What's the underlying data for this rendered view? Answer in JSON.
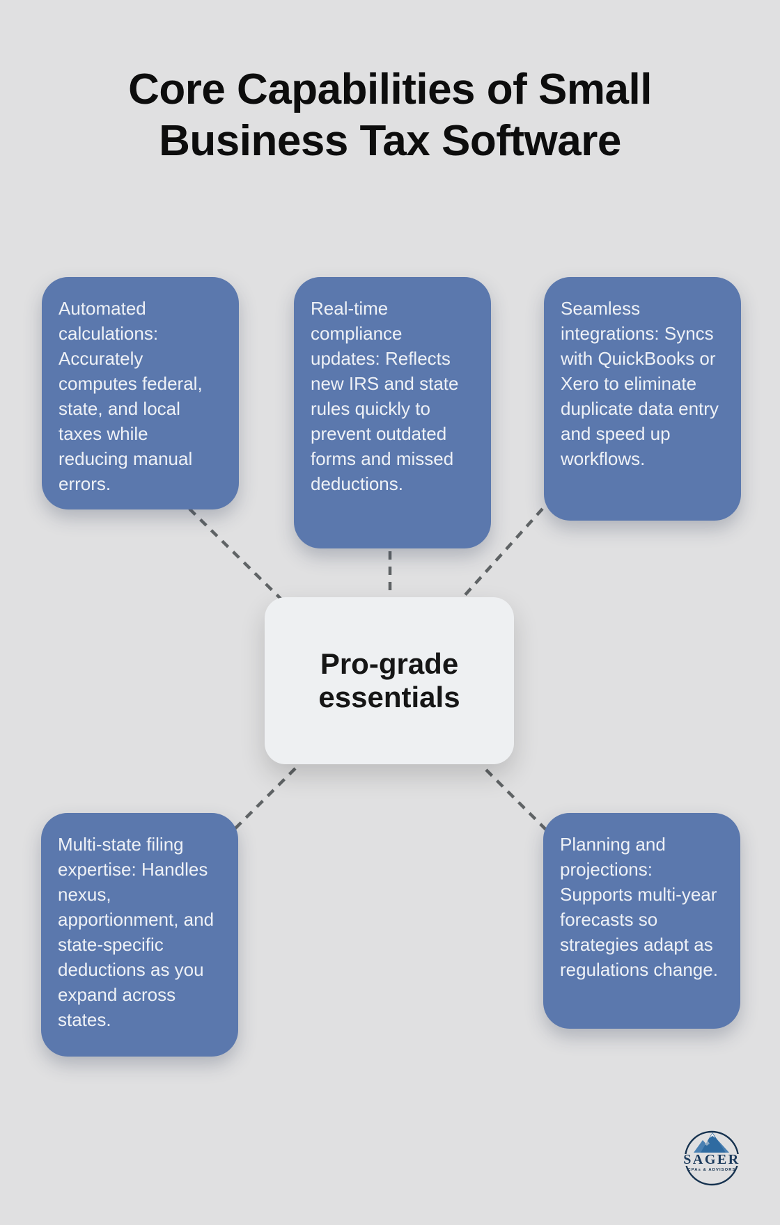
{
  "title": {
    "line1": "Core Capabilities of Small",
    "line2": "Business Tax Software"
  },
  "center_node": {
    "label": "Pro-grade essentials"
  },
  "capabilities": [
    {
      "id": "automated-calculations",
      "text": "Automated calculations: Accurately computes federal, state, and local taxes while reducing manual errors."
    },
    {
      "id": "real-time-compliance-updates",
      "text": "Real-time compliance updates: Reflects new IRS and state rules quickly to prevent outdated forms and missed deductions."
    },
    {
      "id": "seamless-integrations",
      "text": "Seamless integrations: Syncs with QuickBooks or Xero to eliminate duplicate data entry and speed up workflows."
    },
    {
      "id": "multi-state-filing-expertise",
      "text": "Multi-state filing expertise: Handles nexus, apportionment, and state-specific deductions as you expand across states."
    },
    {
      "id": "planning-and-projections",
      "text": "Planning and projections: Supports multi-year forecasts so strategies adapt as regulations change."
    }
  ],
  "logo": {
    "name": "SAGER",
    "tagline": "CPAs & ADVISORS"
  },
  "colors": {
    "background": "#e0e0e1",
    "card_fill": "#5b78ad",
    "card_text": "#eef1f6",
    "center_fill": "#eef0f2",
    "center_text": "#161616",
    "connector": "#5f6365",
    "title_text": "#0d0d0d",
    "logo_navy": "#16324f",
    "logo_blue": "#2f6ba1"
  }
}
